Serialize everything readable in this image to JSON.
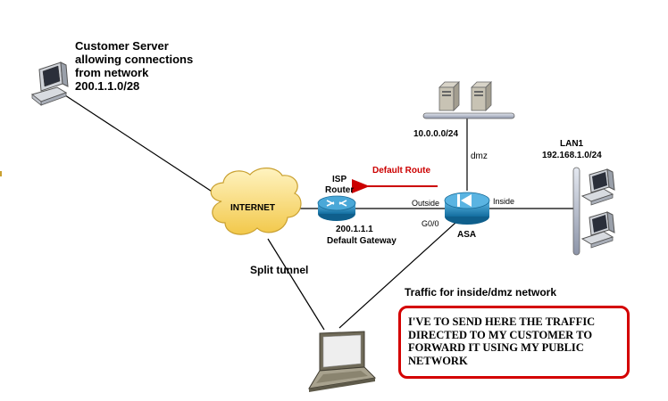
{
  "customer_server": {
    "lines": [
      "Customer Server",
      "allowing connections",
      "from network",
      "200.1.1.0/28"
    ]
  },
  "internet": {
    "label": "INTERNET"
  },
  "isp_router": {
    "name_line1": "ISP",
    "name_line2": "Router",
    "ip": "200.1.1.1",
    "role": "Default Gateway"
  },
  "default_route": {
    "label": "Default Route",
    "color": "#cc0000"
  },
  "asa": {
    "label": "ASA",
    "outside_label": "Outside",
    "inside_label": "Inside",
    "g0_label": "G0/0",
    "color": "#1a8bc4"
  },
  "dmz": {
    "network": "10.0.0.0/24",
    "label": "dmz"
  },
  "lan1": {
    "name": "LAN1",
    "network": "192.168.1.0/24"
  },
  "split_tunnel": {
    "label": "Split tunnel"
  },
  "traffic_label": "Traffic for inside/dmz network",
  "note": {
    "lines": [
      "I'VE TO SEND HERE THE TRAFFIC",
      "DIRECTED TO MY CUSTOMER TO",
      "FORWARD IT USING MY PUBLIC",
      "NETWORK"
    ],
    "border_color": "#d40000"
  },
  "icons": {
    "customer_pc": "desktop-computer-icon",
    "cloud": "cloud-icon",
    "router": "router-icon",
    "firewall": "asa-firewall-icon",
    "servers": "server-icon",
    "lan_pcs": "desktop-computer-icon",
    "laptop": "laptop-icon"
  }
}
